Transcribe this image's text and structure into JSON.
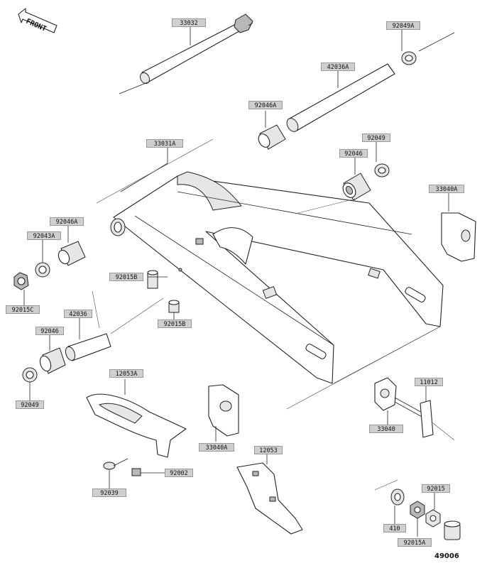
{
  "diagram": {
    "front_label": "FRONT",
    "diagram_id": "49006",
    "callouts": [
      {
        "id": "c-33032",
        "text": "33032"
      },
      {
        "id": "c-92049A",
        "text": "92049A"
      },
      {
        "id": "c-42036A",
        "text": "42036A"
      },
      {
        "id": "c-92046A",
        "text": "92046A"
      },
      {
        "id": "c-33031A",
        "text": "33031A"
      },
      {
        "id": "c-92049",
        "text": "92049"
      },
      {
        "id": "c-92046-r",
        "text": "92046"
      },
      {
        "id": "c-33040A",
        "text": "33040A"
      },
      {
        "id": "c-92046A-l",
        "text": "92046A"
      },
      {
        "id": "c-92043A",
        "text": "92043A"
      },
      {
        "id": "c-92015B",
        "text": "92015B"
      },
      {
        "id": "c-92015C",
        "text": "92015C"
      },
      {
        "id": "c-42036",
        "text": "42036"
      },
      {
        "id": "c-92015B-2",
        "text": "92015B"
      },
      {
        "id": "c-92046-l",
        "text": "92046"
      },
      {
        "id": "c-92049-l",
        "text": "92049"
      },
      {
        "id": "c-12053A",
        "text": "12053A"
      },
      {
        "id": "c-11012",
        "text": "11012"
      },
      {
        "id": "c-33040A-2",
        "text": "33040A"
      },
      {
        "id": "c-33040",
        "text": "33040"
      },
      {
        "id": "c-12053",
        "text": "12053"
      },
      {
        "id": "c-92002",
        "text": "92002"
      },
      {
        "id": "c-92039",
        "text": "92039"
      },
      {
        "id": "c-92015",
        "text": "92015"
      },
      {
        "id": "c-410",
        "text": "410"
      },
      {
        "id": "c-92015A",
        "text": "92015A"
      }
    ]
  }
}
